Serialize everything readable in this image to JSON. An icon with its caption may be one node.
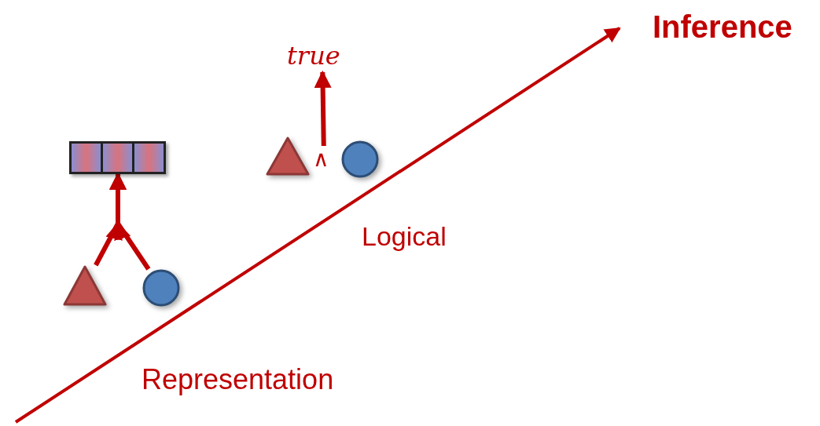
{
  "diagram": {
    "nodes": [
      {
        "text": [],
        "shape": "bar"
      },
      {
        "text": [],
        "shape": "triangle"
      },
      {
        "text": [],
        "shape": "circle"
      },
      {
        "text": [
          "true"
        ]
      },
      {
        "text": [],
        "shape": "triangle"
      },
      {
        "text": [
          "∧"
        ]
      },
      {
        "text": [],
        "shape": "circle"
      }
    ],
    "edges": [
      {
        "from": 1,
        "to": 0,
        "arrow": "to"
      },
      {
        "from": 2,
        "to": 0,
        "arrow": "to"
      },
      {
        "from": 5,
        "to": 3,
        "arrow": "to"
      }
    ],
    "labels": [
      "Inference",
      "Logical",
      "Representation"
    ]
  }
}
